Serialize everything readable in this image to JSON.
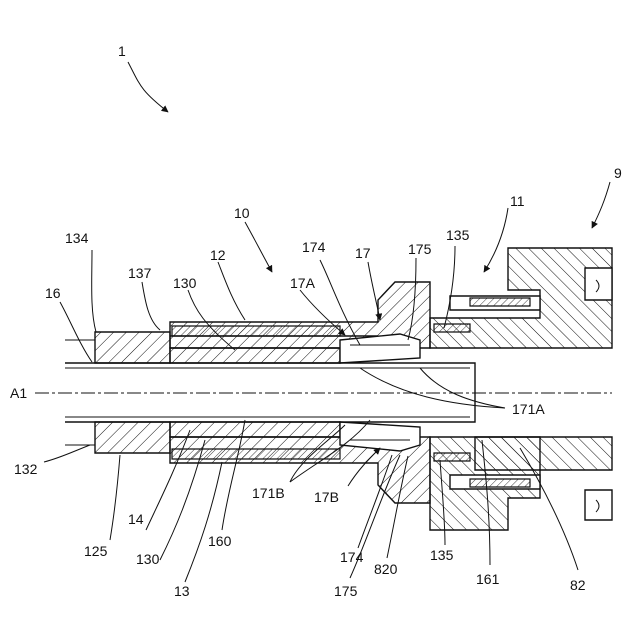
{
  "labels": {
    "fig_ref": "1",
    "n9": "9",
    "n10": "10",
    "n11": "11",
    "n12": "12",
    "n13": "13",
    "n14": "14",
    "n16": "16",
    "n17": "17",
    "n17A": "17A",
    "n17B": "17B",
    "n82": "82",
    "n125": "125",
    "n130_top": "130",
    "n130_bot": "130",
    "n132": "132",
    "n134": "134",
    "n135_top": "135",
    "n135_bot": "135",
    "n137": "137",
    "n160": "160",
    "n161": "161",
    "n171A": "171A",
    "n171B": "171B",
    "n174_top": "174",
    "n174_bot": "174",
    "n175_top": "175",
    "n175_bot": "175",
    "n820": "820",
    "axis": "A1"
  }
}
